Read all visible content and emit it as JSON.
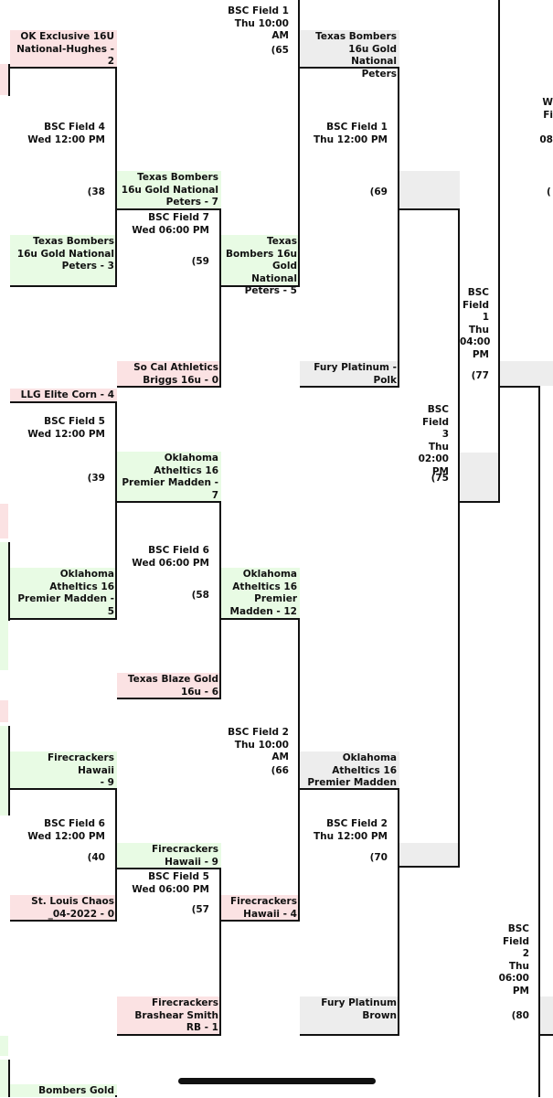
{
  "teams": {
    "ok_exclusive": "OK Exclusive 16U\nNational-Hughes -\n2",
    "tb_peters_3": "Texas Bombers\n16u Gold National\nPeters - 3",
    "llg_elite": "LLG Elite Corn - 4",
    "ok_madden_5": "Oklahoma\nAtheltics 16\nPremier Madden -\n5",
    "firecrackers_9": "Firecrackers Hawaii\n- 9",
    "st_louis": "St. Louis Chaos\n_04-2022 - 0",
    "bombers_gold": "Bombers Gold",
    "tb_peters_7": "Texas Bombers\n16u Gold National\nPeters - 7",
    "so_cal": "So Cal Athletics\nBriggs 16u - 0",
    "ok_madden_7": "Oklahoma\nAtheltics 16\nPremier Madden -\n7",
    "texas_blaze": "Texas Blaze Gold\n16u - 6",
    "fc_hawaii_9": "Firecrackers\nHawaii - 9",
    "fc_brashear": "Firecrackers\nBrashear Smith\nRB - 1",
    "tb_peters_5": "Texas\nBombers 16u\nGold National\nPeters - 5",
    "ok_madden_12": "Oklahoma\nAtheltics 16\nPremier\nMadden - 12",
    "fc_hawaii_4": "Firecrackers\nHawaii - 4",
    "tb_peters_r4": "Texas Bombers\n16u Gold National\nPeters",
    "fury_polk": "Fury Platinum -\nPolk",
    "ok_madden_r4": "Oklahoma\nAtheltics 16\nPremier Madden",
    "fury_brown": "Fury Platinum\nBrown"
  },
  "games": {
    "g38": {
      "venue": "BSC Field 4\nWed 12:00 PM",
      "num": "(38"
    },
    "g39": {
      "venue": "BSC Field 5\nWed 12:00 PM",
      "num": "(39"
    },
    "g40": {
      "venue": "BSC Field 6\nWed 12:00 PM",
      "num": "(40"
    },
    "g59": {
      "venue": "BSC Field 7\nWed 06:00 PM",
      "num": "(59"
    },
    "g58": {
      "venue": "BSC Field 6\nWed 06:00 PM",
      "num": "(58"
    },
    "g57": {
      "venue": "BSC Field 5\nWed 06:00 PM",
      "num": "(57"
    },
    "g65": {
      "venue": "BSC Field 1\nThu 10:00 AM",
      "num": "(65"
    },
    "g66": {
      "venue": "BSC Field 2\nThu 10:00 AM",
      "num": "(66"
    },
    "g69": {
      "venue": "BSC Field 1\nThu 12:00 PM",
      "num": "(69"
    },
    "g70": {
      "venue": "BSC Field 2\nThu 12:00 PM",
      "num": "(70"
    },
    "g75": {
      "venue": "BSC Field\n3\nThu\n02:00 PM",
      "num": "(75"
    },
    "g77": {
      "venue": "BSC\nField\n1\nThu\n04:00\nPM",
      "num": "(77"
    },
    "g80": {
      "venue": "BSC\nField\n2\nThu\n06:00\nPM",
      "num": "(80"
    },
    "gcut": {
      "venue": "W\nFi\n\n08",
      "num": "("
    }
  }
}
